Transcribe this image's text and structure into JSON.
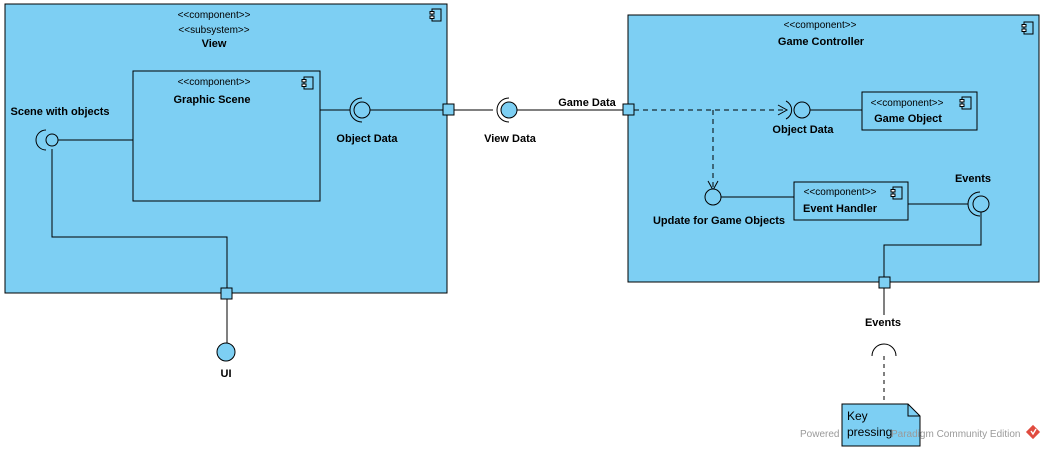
{
  "colors": {
    "fill": "#7dcff3",
    "stroke": "#000000",
    "watermark_text": "#9a9a9a",
    "logo": "#e04b3f"
  },
  "view": {
    "stereotype_component": "<<component>>",
    "stereotype_subsystem": "<<subsystem>>",
    "name": "View"
  },
  "graphic_scene": {
    "stereotype": "<<component>>",
    "name": "Graphic Scene"
  },
  "game_controller": {
    "stereotype": "<<component>>",
    "name": "Game Controller"
  },
  "game_object": {
    "stereotype": "<<component>>",
    "name": "Game Object"
  },
  "event_handler": {
    "stereotype": "<<component>>",
    "name": "Event Handler"
  },
  "interfaces": {
    "scene_with_objects": "Scene with objects",
    "object_data_view": "Object Data",
    "view_data": "View Data",
    "game_data": "Game Data",
    "object_data_gc": "Object Data",
    "update_for_game_objects": "Update for Game Objects",
    "events_gc": "Events",
    "events_external": "Events",
    "ui": "UI"
  },
  "note": {
    "line1": "Key",
    "line2": "pressing"
  },
  "watermark": {
    "text_left": "Powered",
    "text_right": "Paradigm Community Edition"
  },
  "icons": {
    "component": "component-icon",
    "logo": "visual-paradigm-logo-icon"
  }
}
